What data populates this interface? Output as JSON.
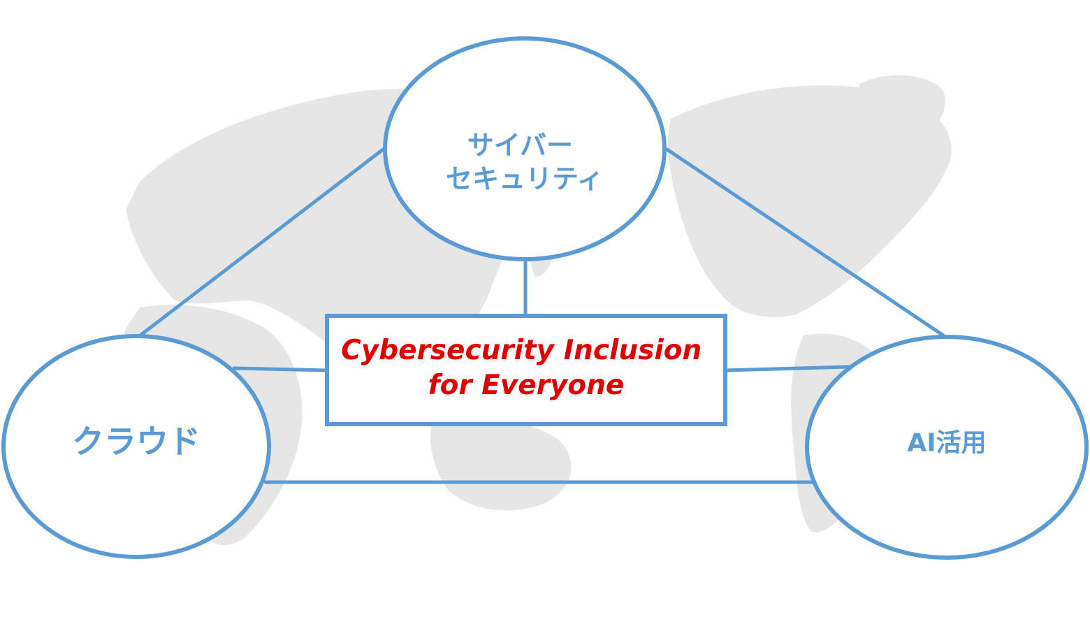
{
  "diagram": {
    "nodes": {
      "top": {
        "lines": [
          "サイバー",
          "セキュリティ"
        ]
      },
      "left": {
        "label": "クラウド"
      },
      "right": {
        "label": "AI活用"
      }
    },
    "center": {
      "lines": [
        "Cybersecurity Inclusion",
        "for Everyone"
      ]
    }
  },
  "colors": {
    "accent": "#5b9bd5",
    "highlight_text": "#e00000",
    "map_land": "#e6e6e6"
  },
  "icons": {
    "background": "world-map-icon"
  }
}
